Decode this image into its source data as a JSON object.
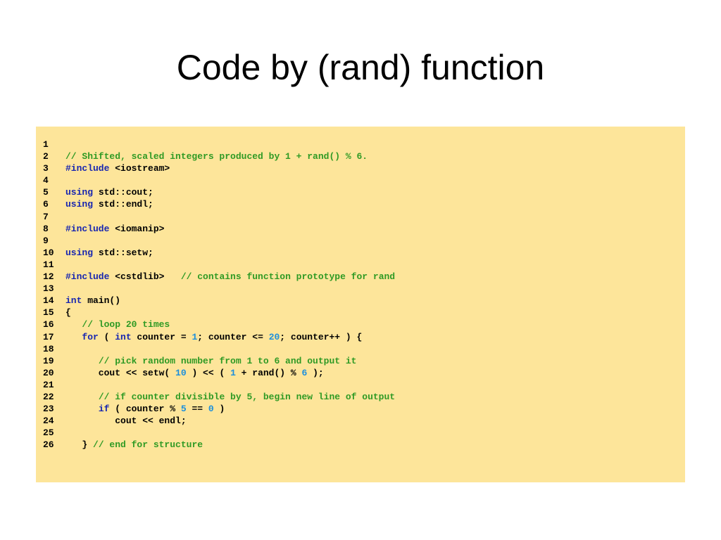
{
  "slide": {
    "title": "Code by (rand) function"
  },
  "code": {
    "lines": [
      {
        "n": "1",
        "tokens": []
      },
      {
        "n": "2",
        "tokens": [
          {
            "t": "// Shifted, scaled integers produced by 1 + rand() % 6.",
            "c": "comment"
          }
        ]
      },
      {
        "n": "3",
        "tokens": [
          {
            "t": "#include",
            "c": "kw"
          },
          {
            "t": " <iostream>",
            "c": "plain"
          }
        ]
      },
      {
        "n": "4",
        "tokens": []
      },
      {
        "n": "5",
        "tokens": [
          {
            "t": "using",
            "c": "kw"
          },
          {
            "t": " std::cout;",
            "c": "plain"
          }
        ]
      },
      {
        "n": "6",
        "tokens": [
          {
            "t": "using",
            "c": "kw"
          },
          {
            "t": " std::endl;",
            "c": "plain"
          }
        ]
      },
      {
        "n": "7",
        "tokens": []
      },
      {
        "n": "8",
        "tokens": [
          {
            "t": "#include",
            "c": "kw"
          },
          {
            "t": " <iomanip>",
            "c": "plain"
          }
        ]
      },
      {
        "n": "9",
        "tokens": []
      },
      {
        "n": "10",
        "tokens": [
          {
            "t": "using",
            "c": "kw"
          },
          {
            "t": " std::setw;",
            "c": "plain"
          }
        ]
      },
      {
        "n": "11",
        "tokens": []
      },
      {
        "n": "12",
        "tokens": [
          {
            "t": "#include",
            "c": "kw"
          },
          {
            "t": " <cstdlib>   ",
            "c": "plain"
          },
          {
            "t": "// contains function prototype for rand",
            "c": "comment"
          }
        ]
      },
      {
        "n": "13",
        "tokens": []
      },
      {
        "n": "14",
        "tokens": [
          {
            "t": "int",
            "c": "kw"
          },
          {
            "t": " main()",
            "c": "plain"
          }
        ]
      },
      {
        "n": "15",
        "tokens": [
          {
            "t": "{",
            "c": "plain"
          }
        ]
      },
      {
        "n": "16",
        "tokens": [
          {
            "t": "   ",
            "c": "plain"
          },
          {
            "t": "// loop 20 times",
            "c": "comment"
          }
        ]
      },
      {
        "n": "17",
        "tokens": [
          {
            "t": "   ",
            "c": "plain"
          },
          {
            "t": "for",
            "c": "kw"
          },
          {
            "t": " ( ",
            "c": "plain"
          },
          {
            "t": "int",
            "c": "kw"
          },
          {
            "t": " counter = ",
            "c": "plain"
          },
          {
            "t": "1",
            "c": "num"
          },
          {
            "t": "; counter <= ",
            "c": "plain"
          },
          {
            "t": "20",
            "c": "num"
          },
          {
            "t": "; counter++ ) {",
            "c": "plain"
          }
        ]
      },
      {
        "n": "18",
        "tokens": []
      },
      {
        "n": "19",
        "tokens": [
          {
            "t": "      ",
            "c": "plain"
          },
          {
            "t": "// pick random number from 1 to 6 and output it",
            "c": "comment"
          }
        ]
      },
      {
        "n": "20",
        "tokens": [
          {
            "t": "      cout << setw( ",
            "c": "plain"
          },
          {
            "t": "10",
            "c": "num"
          },
          {
            "t": " ) << ( ",
            "c": "plain"
          },
          {
            "t": "1",
            "c": "num"
          },
          {
            "t": " + rand() % ",
            "c": "plain"
          },
          {
            "t": "6",
            "c": "num"
          },
          {
            "t": " );",
            "c": "plain"
          }
        ]
      },
      {
        "n": "21",
        "tokens": []
      },
      {
        "n": "22",
        "tokens": [
          {
            "t": "      ",
            "c": "plain"
          },
          {
            "t": "// if counter divisible by 5, begin new line of output",
            "c": "comment"
          }
        ]
      },
      {
        "n": "23",
        "tokens": [
          {
            "t": "      ",
            "c": "plain"
          },
          {
            "t": "if",
            "c": "kw"
          },
          {
            "t": " ( counter % ",
            "c": "plain"
          },
          {
            "t": "5",
            "c": "num"
          },
          {
            "t": " == ",
            "c": "plain"
          },
          {
            "t": "0",
            "c": "num"
          },
          {
            "t": " )",
            "c": "plain"
          }
        ]
      },
      {
        "n": "24",
        "tokens": [
          {
            "t": "         cout << endl;",
            "c": "plain"
          }
        ]
      },
      {
        "n": "25",
        "tokens": []
      },
      {
        "n": "26",
        "tokens": [
          {
            "t": "   } ",
            "c": "plain"
          },
          {
            "t": "// end for structure",
            "c": "comment"
          }
        ]
      }
    ]
  },
  "colors": {
    "background": "#ffffff",
    "code_background": "#fde59a",
    "comment": "#2f9a24",
    "keyword": "#1826b0",
    "number": "#1c8fdc",
    "text": "#000000"
  }
}
